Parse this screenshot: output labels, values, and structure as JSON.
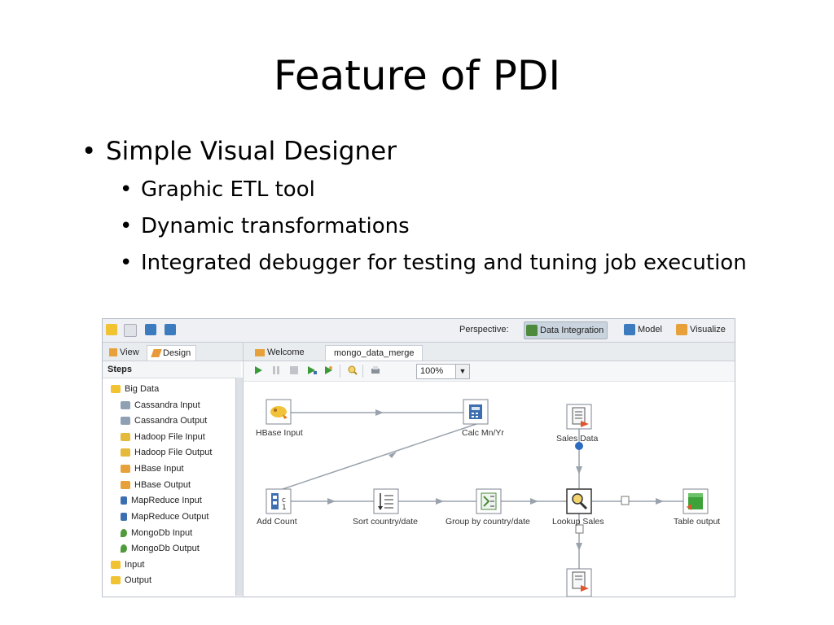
{
  "slide": {
    "title": "Feature of PDI",
    "bullet": "Simple Visual Designer",
    "subbullets": [
      "Graphic ETL tool",
      "Dynamic transformations",
      "Integrated debugger for testing and tuning job execution"
    ]
  },
  "app": {
    "perspective_label": "Perspective:",
    "perspectives": [
      {
        "label": "Data Integration",
        "active": true
      },
      {
        "label": "Model",
        "active": false
      },
      {
        "label": "Visualize",
        "active": false
      }
    ],
    "left_tabs": {
      "view": "View",
      "design": "Design"
    },
    "steps_header": "Steps",
    "tree": [
      {
        "label": "Big Data",
        "level": 0,
        "icon": "folder-icon"
      },
      {
        "label": "Cassandra Input",
        "level": 1,
        "icon": "cassandra-icon"
      },
      {
        "label": "Cassandra Output",
        "level": 1,
        "icon": "cassandra-icon"
      },
      {
        "label": "Hadoop File Input",
        "level": 1,
        "icon": "hadoop-icon"
      },
      {
        "label": "Hadoop File Output",
        "level": 1,
        "icon": "hadoop-icon"
      },
      {
        "label": "HBase Input",
        "level": 1,
        "icon": "hbase-icon"
      },
      {
        "label": "HBase Output",
        "level": 1,
        "icon": "hbase-icon"
      },
      {
        "label": "MapReduce Input",
        "level": 1,
        "icon": "mapreduce-icon"
      },
      {
        "label": "MapReduce Output",
        "level": 1,
        "icon": "mapreduce-icon"
      },
      {
        "label": "MongoDb Input",
        "level": 1,
        "icon": "mongodb-icon"
      },
      {
        "label": "MongoDb Output",
        "level": 1,
        "icon": "mongodb-icon"
      },
      {
        "label": "Input",
        "level": 0,
        "icon": "folder-icon"
      },
      {
        "label": "Output",
        "level": 0,
        "icon": "folder-icon"
      }
    ],
    "doc_tabs": [
      {
        "label": "Welcome",
        "active": false
      },
      {
        "label": "mongo_data_merge",
        "active": true
      }
    ],
    "zoom": "100%",
    "nodes": {
      "hbase_input": "HBase Input",
      "calc": "Calc Mn/Yr",
      "sales_data": "Sales Data",
      "add_count": "Add Count",
      "sort": "Sort country/date",
      "group": "Group by country/date",
      "lookup": "Lookup Sales",
      "table_output": "Table output"
    },
    "colors": {
      "accent": "#4e8a3c",
      "folder": "#f1c232",
      "hop": "#9aa3ad"
    }
  }
}
